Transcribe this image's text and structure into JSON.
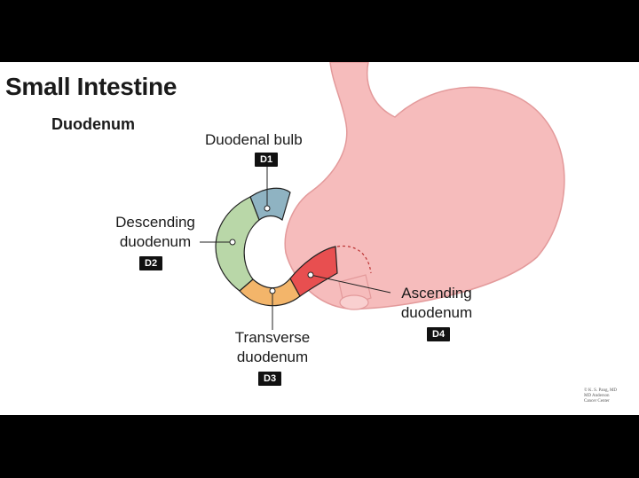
{
  "title": "Small Intestine",
  "subtitle": "Duodenum",
  "parts": [
    {
      "name": "Duodenal bulb",
      "code": "D1",
      "color": "#8fb3c2"
    },
    {
      "name_lines": [
        "Descending",
        "duodenum"
      ],
      "code": "D2",
      "color": "#b9d7a8"
    },
    {
      "name_lines": [
        "Transverse",
        "duodenum"
      ],
      "code": "D3",
      "color": "#f3b56a"
    },
    {
      "name_lines": [
        "Ascending",
        "duodenum"
      ],
      "code": "D4",
      "color": "#e84f50"
    }
  ],
  "credit": [
    "© K. S. Pang, MD",
    "MD Anderson",
    "Cancer Center"
  ],
  "colors": {
    "stomach": "#f6bcbc",
    "stomach_edge": "#e39a9b",
    "letterbox": "#000000"
  }
}
